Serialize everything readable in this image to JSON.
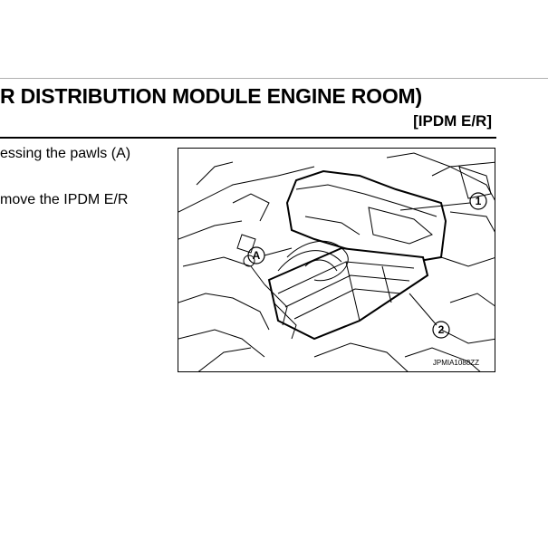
{
  "header": {
    "title": "R DISTRIBUTION MODULE ENGINE ROOM)",
    "subtitle": "[IPDM E/R]"
  },
  "body": {
    "line1": "essing the pawls (A)",
    "line2": "move the IPDM E/R"
  },
  "figure": {
    "callouts": {
      "c1": "1",
      "c2": "2",
      "a": "A"
    },
    "figure_id": "JPMIA1088ZZ"
  }
}
